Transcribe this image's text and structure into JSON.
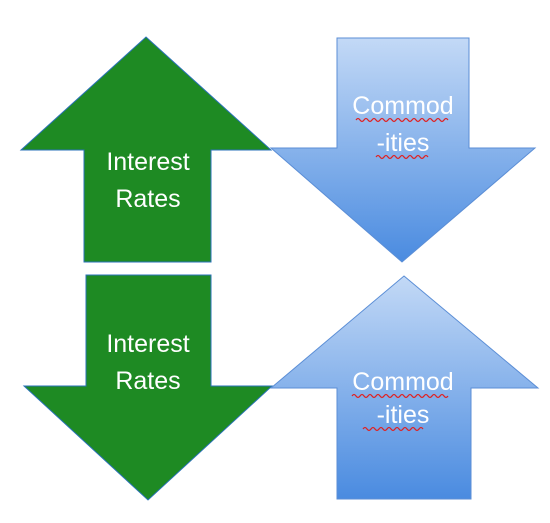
{
  "diagram": {
    "arrows": [
      {
        "direction": "up",
        "color": "#1e8a23",
        "label_lines": [
          "Interest",
          "Rates"
        ]
      },
      {
        "direction": "down",
        "color": "#6fa3e3",
        "label_lines": [
          "Commod",
          "-ities"
        ]
      },
      {
        "direction": "down",
        "color": "#1e8a23",
        "label_lines": [
          "Interest",
          "Rates"
        ]
      },
      {
        "direction": "up",
        "color": "#6fa3e3",
        "label_lines": [
          "Commod",
          "-ities"
        ]
      }
    ],
    "colors": {
      "green_fill": "#1e8a23",
      "green_stroke": "#1a6fb0",
      "blue_top": "#b7d2f4",
      "blue_bottom": "#4f8fe0",
      "blue_stroke": "#5b8ed6",
      "spellcheck_underline": "#e02020"
    }
  }
}
